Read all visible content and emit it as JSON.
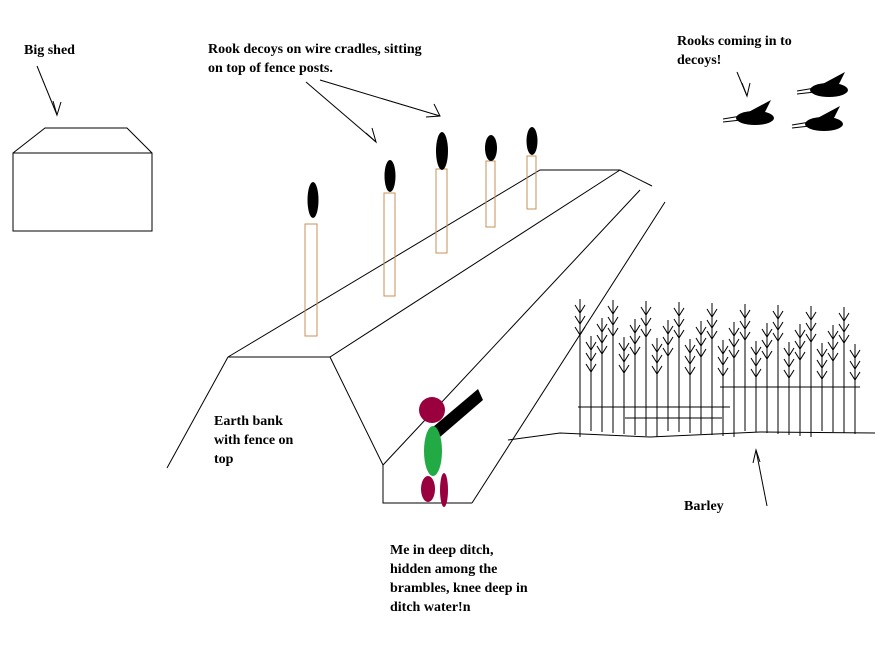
{
  "labels": {
    "shed": "Big shed",
    "decoys": "Rook decoys on wire cradles, sitting\non top of fence posts.",
    "rooks": "Rooks coming in to\ndecoys!",
    "bank": "Earth bank\nwith fence on\ntop",
    "me": "Me in deep ditch,\nhidden among the\nbrambles, knee deep in\nditch water!n",
    "barley": "Barley"
  },
  "colors": {
    "ink": "#000000",
    "post": "#c8905a",
    "head": "#99003d",
    "body": "#22aa44",
    "legs": "#99003d",
    "background": "#ffffff"
  },
  "icons": {
    "decoy": "rook-decoy-icon",
    "rook": "flying-rook-icon",
    "person": "person-icon",
    "gun": "gun-icon",
    "barley": "barley-stalk-icon"
  }
}
